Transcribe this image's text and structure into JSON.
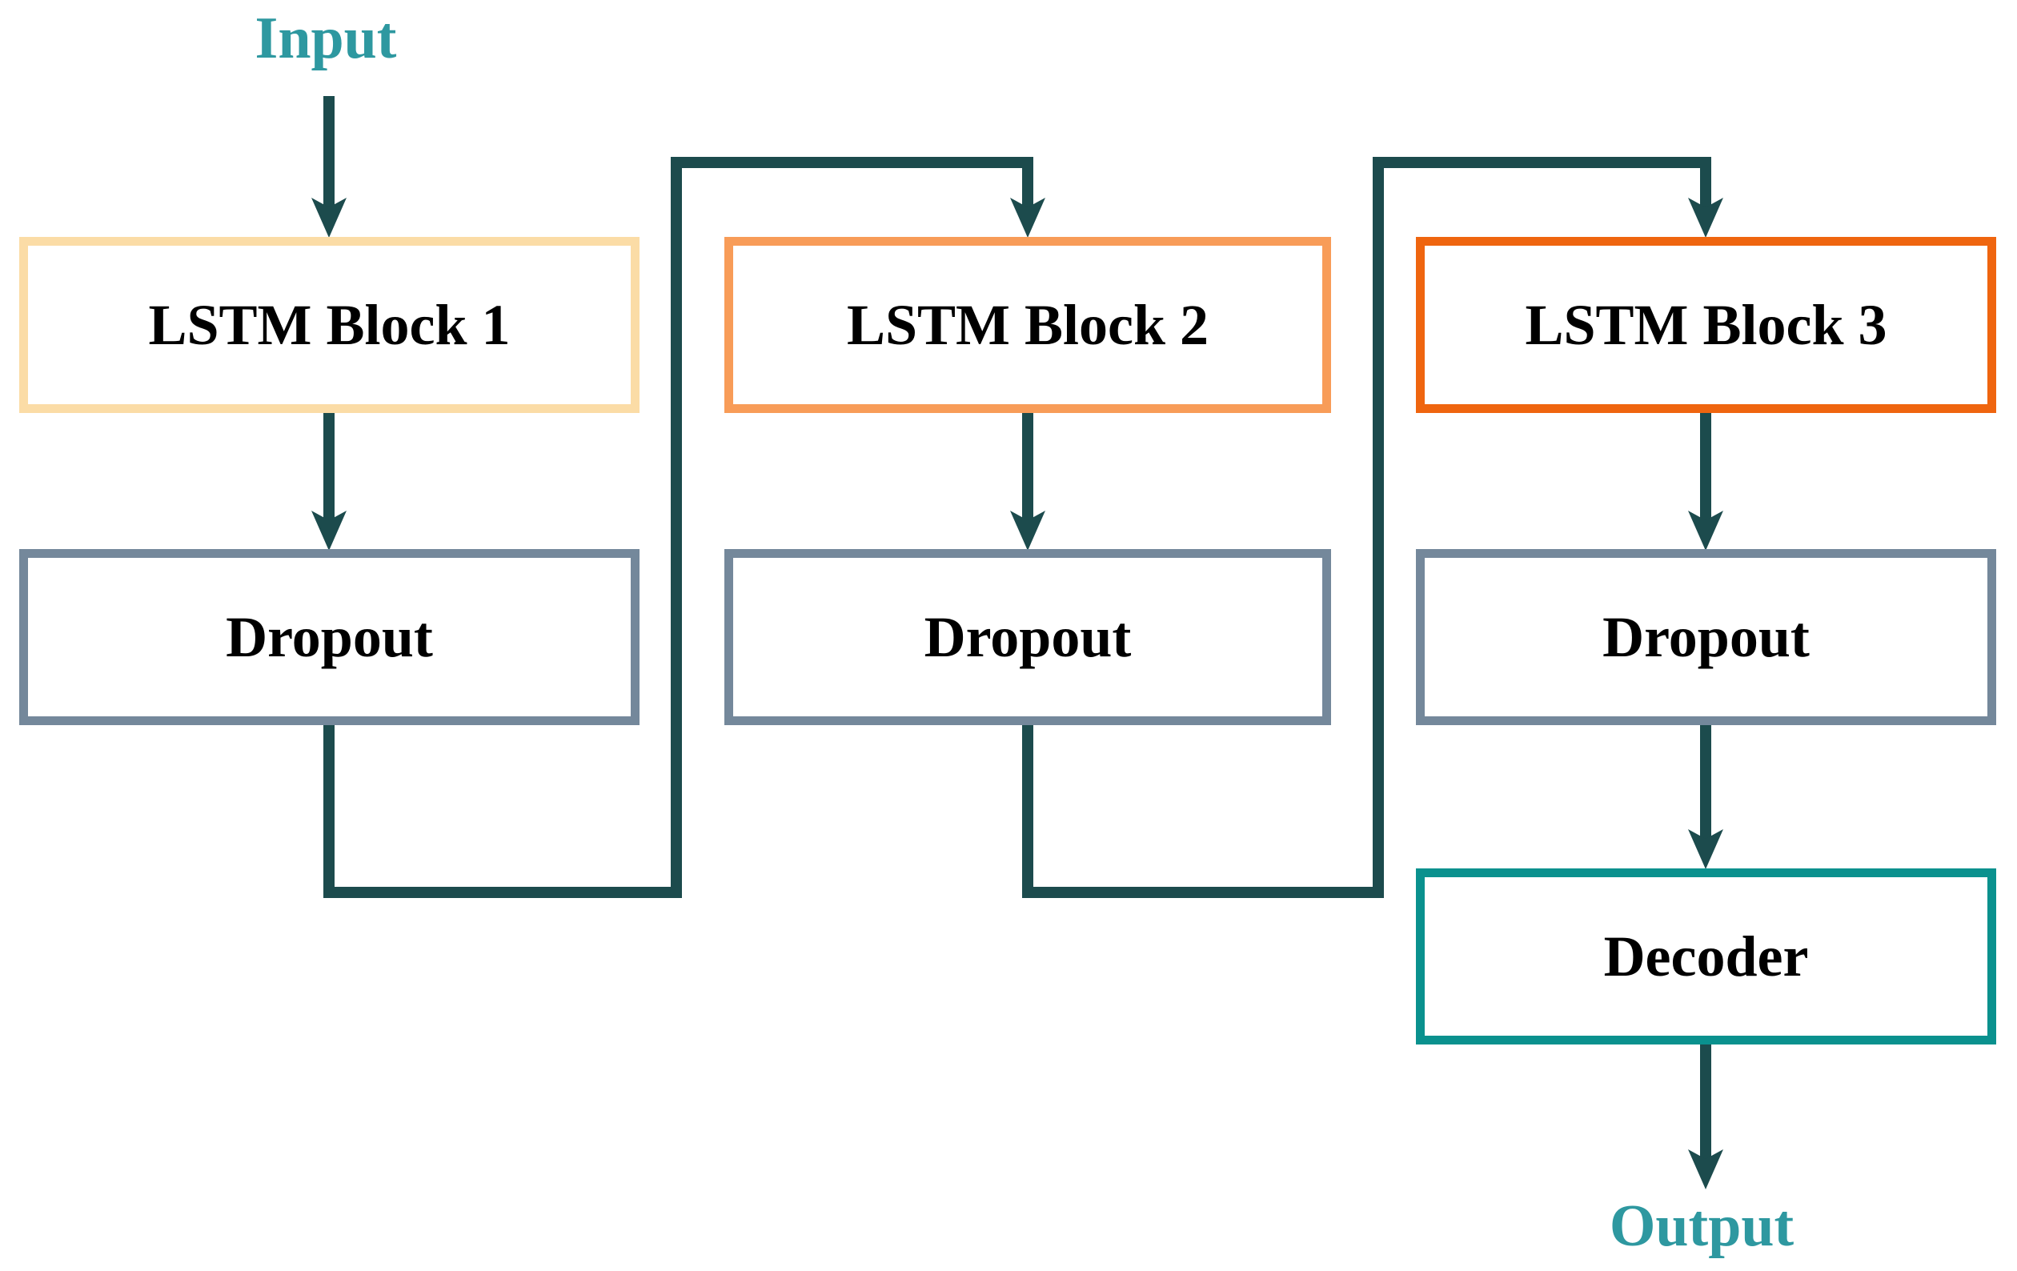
{
  "diagram": {
    "labels": {
      "input": "Input",
      "output": "Output"
    },
    "nodes": {
      "lstm1": {
        "label": "LSTM Block 1"
      },
      "lstm2": {
        "label": "LSTM Block 2"
      },
      "lstm3": {
        "label": "LSTM Block 3"
      },
      "dropout1": {
        "label": "Dropout"
      },
      "dropout2": {
        "label": "Dropout"
      },
      "dropout3": {
        "label": "Dropout"
      },
      "decoder": {
        "label": "Decoder"
      }
    },
    "colors": {
      "background": "#FFFFFF",
      "arrow": "#1C4B4D",
      "io_text": "#2E98A0",
      "lstm1_border": "#FBDCA6",
      "lstm2_border": "#F89C58",
      "lstm3_border": "#EF650F",
      "dropout_border": "#74889B",
      "decoder_border": "#0A918E",
      "node_fill": "#FFFFFF",
      "node_text": "#000000"
    }
  }
}
